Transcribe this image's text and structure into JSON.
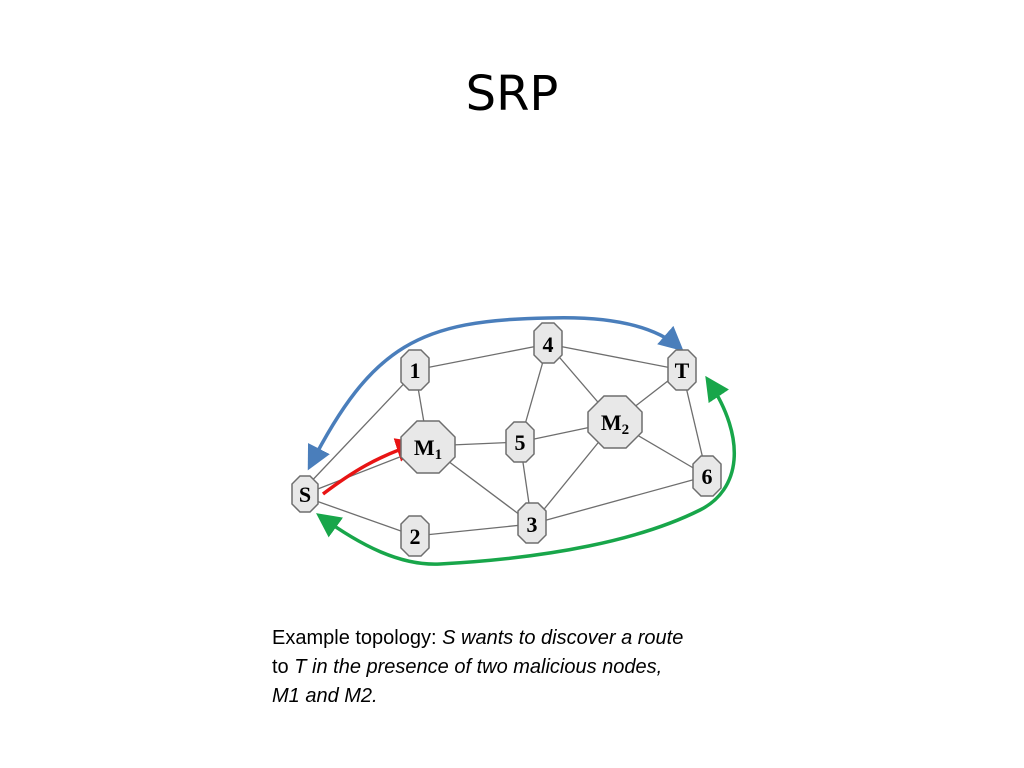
{
  "slide": {
    "title": "SRP"
  },
  "diagram": {
    "nodes": {
      "S": "S",
      "n1": "1",
      "n2": "2",
      "n3": "3",
      "n4": "4",
      "n5": "5",
      "n6": "6",
      "T": "T",
      "M1_base": "M",
      "M1_sub": "1",
      "M2_base": "M",
      "M2_sub": "2"
    },
    "colors": {
      "route_request_arrow": "#4a7ebb",
      "malicious_arrow": "#e81414",
      "route_reply_arrow": "#18a64a",
      "node_fill": "#e8e8e8",
      "node_stroke": "#6e6e6e"
    }
  },
  "caption": {
    "lead": "Example topology: ",
    "emph_line1": "S wants to discover a route",
    "line2_lead": "to ",
    "emph_line2": "T in the presence of two malicious nodes,",
    "emph_line3": "M1 and M2."
  }
}
